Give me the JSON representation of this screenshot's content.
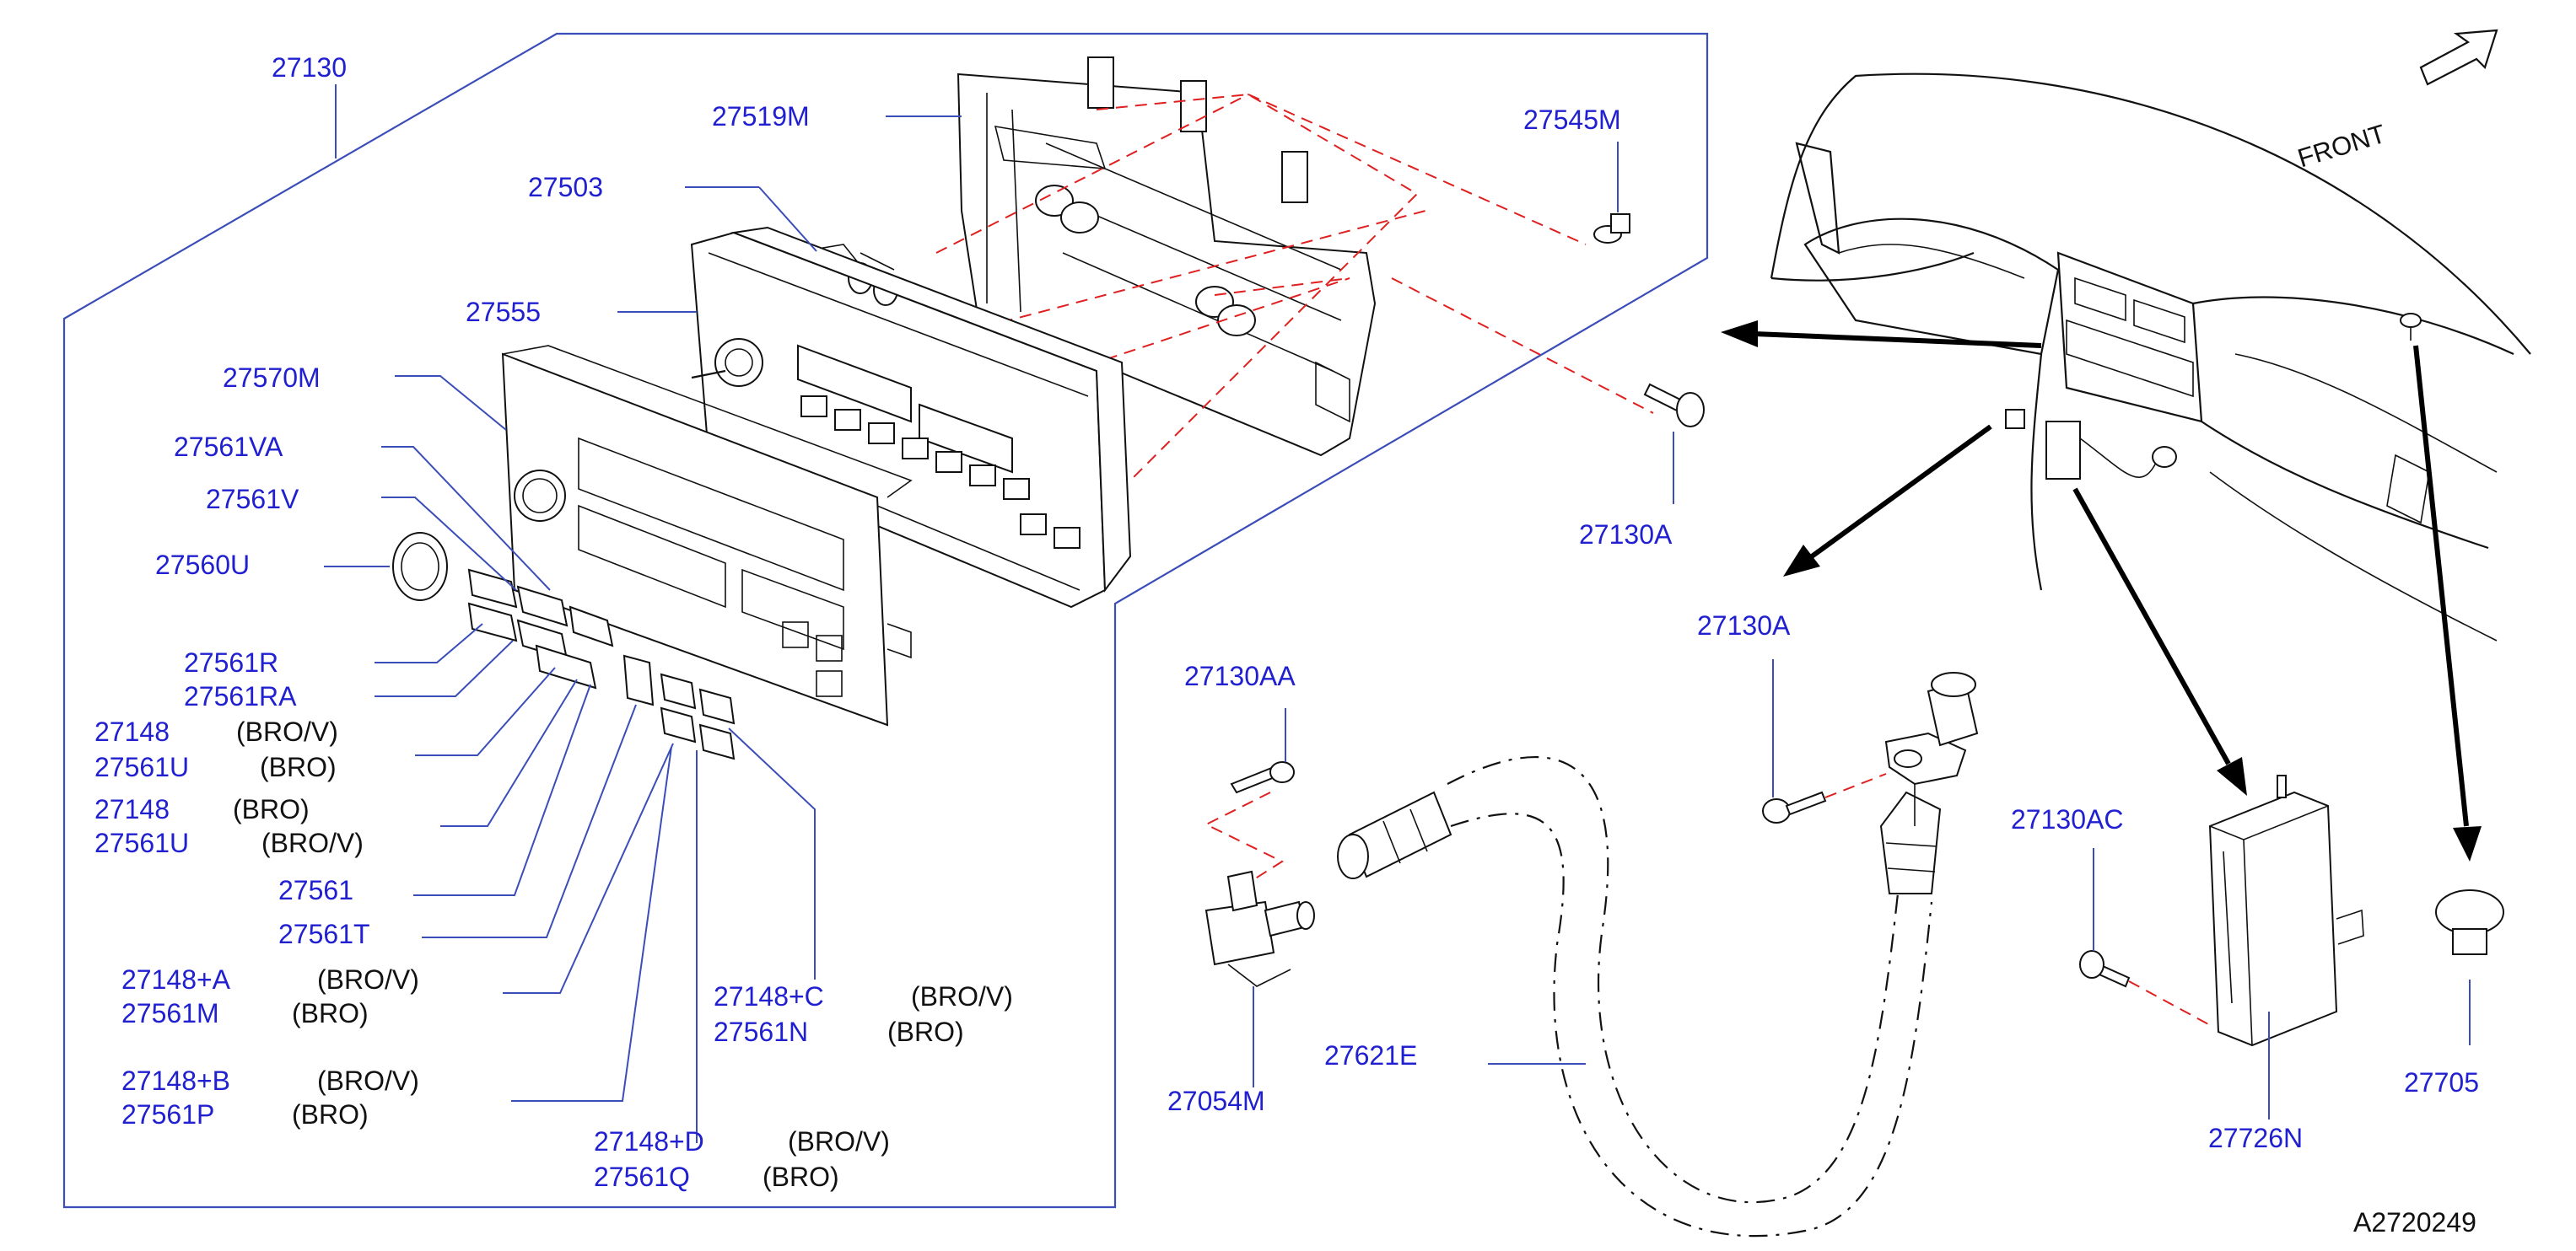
{
  "diagram": {
    "reference_code": "A2720249",
    "orientation_label": "FRONT",
    "parts": {
      "p27130": {
        "number": "27130"
      },
      "p27519M": {
        "number": "27519M"
      },
      "p27503": {
        "number": "27503"
      },
      "p27545M": {
        "number": "27545M"
      },
      "p27555": {
        "number": "27555"
      },
      "p27570M": {
        "number": "27570M"
      },
      "p27561VA": {
        "number": "27561VA"
      },
      "p27561V": {
        "number": "27561V"
      },
      "p27560U": {
        "number": "27560U"
      },
      "p27561R": {
        "number": "27561R"
      },
      "p27561RA": {
        "number": "27561RA"
      },
      "p27148_a": {
        "number": "27148",
        "note": "(BRO/V)"
      },
      "p27561U_a": {
        "number": "27561U",
        "note": "(BRO)"
      },
      "p27148_b": {
        "number": "27148",
        "note": "(BRO)"
      },
      "p27561U_b": {
        "number": "27561U",
        "note": "(BRO/V)"
      },
      "p27561": {
        "number": "27561"
      },
      "p27561T": {
        "number": "27561T"
      },
      "p27148A": {
        "number": "27148+A",
        "note": "(BRO/V)"
      },
      "p27561M": {
        "number": "27561M",
        "note": "(BRO)"
      },
      "p27148B": {
        "number": "27148+B",
        "note": "(BRO/V)"
      },
      "p27561P": {
        "number": "27561P",
        "note": "(BRO)"
      },
      "p27148C": {
        "number": "27148+C",
        "note": "(BRO/V)"
      },
      "p27561N": {
        "number": "27561N",
        "note": "(BRO)"
      },
      "p27148D": {
        "number": "27148+D",
        "note": "(BRO/V)"
      },
      "p27561Q": {
        "number": "27561Q",
        "note": "(BRO)"
      },
      "p27130A_top": {
        "number": "27130A"
      },
      "p27130A_mid": {
        "number": "27130A"
      },
      "p27130AA": {
        "number": "27130AA"
      },
      "p27130AC": {
        "number": "27130AC"
      },
      "p27054M": {
        "number": "27054M"
      },
      "p27621E": {
        "number": "27621E"
      },
      "p27726N": {
        "number": "27726N"
      },
      "p27705": {
        "number": "27705"
      }
    }
  }
}
